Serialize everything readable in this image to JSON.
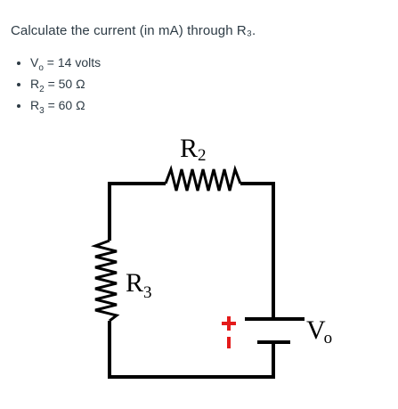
{
  "question": "Calculate the current (in mA) through R₃.",
  "given": [
    {
      "symbol": "V",
      "sub": "o",
      "value": " = 14 volts"
    },
    {
      "symbol": "R",
      "sub": "2",
      "value": " = 50 Ω"
    },
    {
      "symbol": "R",
      "sub": "3",
      "value": " = 60 Ω"
    }
  ],
  "circuit": {
    "r2_label": {
      "main": "R",
      "sub": "2"
    },
    "r3_label": {
      "main": "R",
      "sub": "3"
    },
    "source_label": {
      "main": "V",
      "sub": "o"
    },
    "polarity_plus": "+",
    "polarity_minus": "–",
    "polarity_color": "#e41b1b",
    "wire_color": "#000000"
  }
}
